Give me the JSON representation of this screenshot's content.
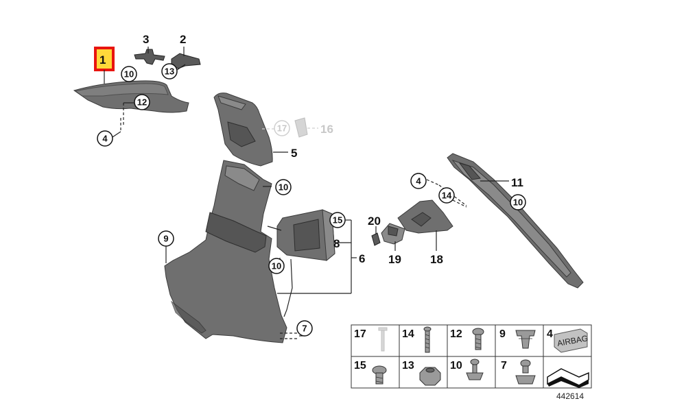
{
  "callouts": {
    "c1": "1",
    "c2": "2",
    "c3": "3",
    "c4a": "4",
    "c4b": "4",
    "c5": "5",
    "c6": "6",
    "c7": "7",
    "c8": "8",
    "c9": "9",
    "c10a": "10",
    "c10b": "10",
    "c10c": "10",
    "c10d": "10",
    "c11": "11",
    "c12": "12",
    "c13": "13",
    "c14": "14",
    "c15": "15",
    "c16": "16",
    "c17": "17",
    "c18": "18",
    "c19": "19",
    "c20": "20"
  },
  "table": {
    "row1": [
      "17",
      "14",
      "12",
      "9",
      "4"
    ],
    "row2": [
      "15",
      "13",
      "10",
      "7",
      ""
    ]
  },
  "airbag_label": "AIRBAG",
  "reference_number": "442614",
  "colors": {
    "highlight_border": "#e8140f",
    "highlight_fill": "#ffd83a",
    "faded": "#c8c8c8"
  }
}
